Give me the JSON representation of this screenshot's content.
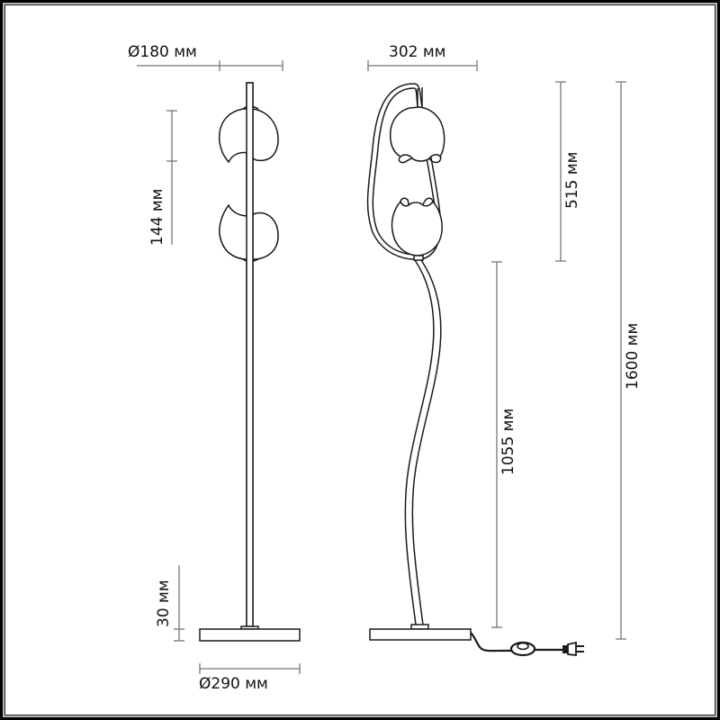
{
  "diagram": {
    "type": "technical-drawing",
    "subject": "floor lamp",
    "views": [
      "front",
      "side"
    ],
    "line_color": "#1a1a1a",
    "dimension_color": "#777777",
    "frame_colors": {
      "outer": "#000000",
      "middle": "#b5b5b5",
      "inner": "#222222"
    }
  },
  "dimensions": {
    "shade_diameter": "Ø180 мм",
    "bulb_spacing": "144 мм",
    "base_height": "30 мм",
    "base_diameter": "Ø290 мм",
    "frame_width": "302 мм",
    "frame_height": "515 мм",
    "stem_height": "1055 мм",
    "total_height": "1600 мм"
  },
  "components": {
    "front_view": [
      "pole",
      "upper-shade",
      "lower-shade",
      "base"
    ],
    "side_view": [
      "loop-frame",
      "upper-globe",
      "lower-globe",
      "curved-stem",
      "base",
      "cable",
      "foot-switch",
      "plug"
    ]
  }
}
